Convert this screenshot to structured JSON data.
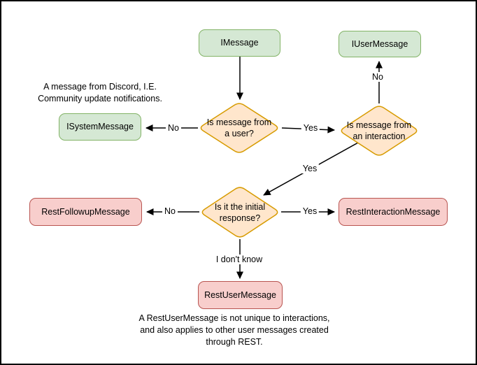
{
  "diagram": {
    "background": "#ffffff",
    "nodes": {
      "imessage": "IMessage",
      "iusermessage": "IUserMessage",
      "isystemmessage": "ISystemMessage",
      "restfollowupmessage": "RestFollowupMessage",
      "restinteractionmessage": "RestInteractionMessage",
      "restusermessage": "RestUserMessage"
    },
    "decisions": {
      "from_user": "Is message from\na user?",
      "from_interaction": "Is message from\nan interaction",
      "initial_response": "Is it the initial\nresponse?"
    },
    "edge_labels": {
      "user_yes": "Yes",
      "user_no": "No",
      "interaction_no": "No",
      "interaction_yes": "Yes",
      "initial_yes": "Yes",
      "initial_no": "No",
      "initial_unknown": "I don't know"
    },
    "notes": {
      "system_message": "A message from Discord, I.E.\nCommunity update notifications.",
      "rest_user_message": "A RestUserMessage is not unique to interactions,\nand also applies to other user messages created\nthrough REST."
    },
    "colors": {
      "interface_fill": "#d5e8d4",
      "interface_stroke": "#82b366",
      "decision_fill": "#ffe6cc",
      "decision_stroke": "#d79b00",
      "rest_fill": "#f8cecc",
      "rest_stroke": "#b85450",
      "edge": "#000000"
    }
  }
}
